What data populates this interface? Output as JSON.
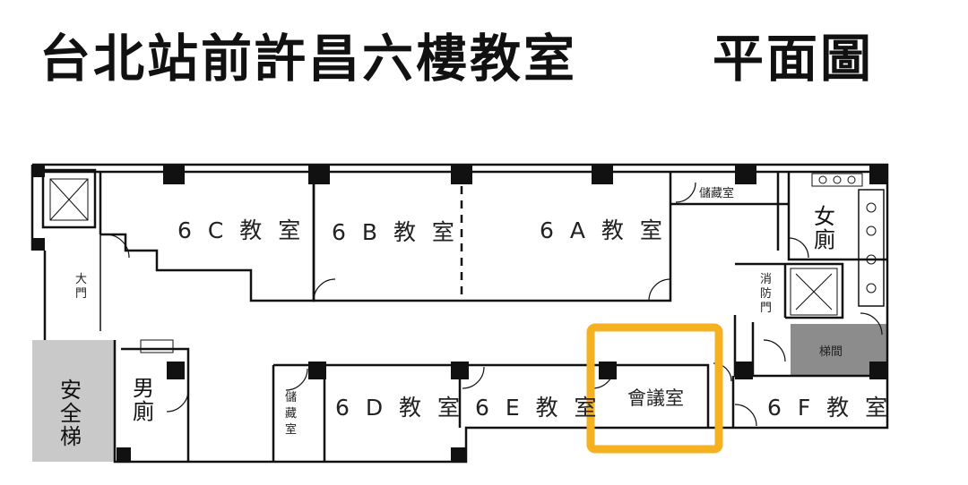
{
  "title": "台北站前許昌六樓教室",
  "subtitle": "平面圖",
  "rooms": {
    "c6": "6 C 教 室",
    "b6": "6 B 教 室",
    "a6": "6 A 教 室",
    "d6": "6 D 教 室",
    "e6": "6 E 教 室",
    "f6": "6 F 教 室",
    "meeting": "會議室",
    "storage_top": "儲藏室",
    "storage_left": [
      "儲",
      "藏",
      "室"
    ],
    "womens": [
      "女",
      "廁"
    ],
    "mens": [
      "男",
      "廁"
    ],
    "fire_door": [
      "消",
      "防",
      "門"
    ],
    "main_door": [
      "大",
      "門"
    ],
    "stair_hall": "梯間",
    "safety_stairs": [
      "安",
      "全",
      "梯"
    ]
  },
  "colors": {
    "highlight": "#F5B120",
    "wall": "#111111",
    "stairwell": "#c9c9c9",
    "stair_hall": "#8c8c8c"
  }
}
